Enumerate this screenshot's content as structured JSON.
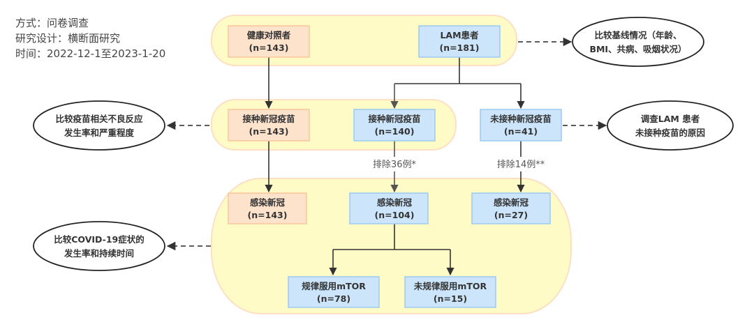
{
  "meta": {
    "method": "方式：问卷调查",
    "design": "研究设计：横断面研究",
    "period": "时间：2022-12-1至2023-1-20"
  },
  "colors": {
    "group_fill": "#fffbc7",
    "group_stroke": "#fde0c4",
    "control_fill": "#fde3cc",
    "control_stroke": "#f8c79a",
    "lam_fill": "#cce5fb",
    "lam_stroke": "#9ccaf2",
    "line": "#333333",
    "dashed": "#444444"
  },
  "nodes": {
    "control": {
      "title": "健康对照者",
      "n": "(n=143)"
    },
    "lam": {
      "title": "LAM患者",
      "n": "(n=181)"
    },
    "control_vaccinated": {
      "title": "接种新冠疫苗",
      "n": "(n=143)"
    },
    "lam_vaccinated": {
      "title": "接种新冠疫苗",
      "n": "(n=140)"
    },
    "lam_unvaccinated": {
      "title": "未接种新冠疫苗",
      "n": "(n=41)"
    },
    "control_infected": {
      "title": "感染新冠",
      "n": "(n=143)"
    },
    "lam_vacc_infected": {
      "title": "感染新冠",
      "n": "(n=104)"
    },
    "lam_unvacc_infected": {
      "title": "感染新冠",
      "n": "(n=27)"
    },
    "regular_mtor": {
      "title": "规律服用mTOR",
      "n": "(n=78)"
    },
    "irregular_mtor": {
      "title": "未规律服用mTOR",
      "n": "(n=15)"
    }
  },
  "exclusions": {
    "vaccinated": "排除36例*",
    "unvaccinated": "排除14例**"
  },
  "outcomes": {
    "baseline": [
      "比较基线情况（年龄、",
      "BMI、共病、吸烟状况）"
    ],
    "adverse": [
      "比较疫苗相关不良反应",
      "发生率和严重程度"
    ],
    "unvaccinated_reason": [
      "调查LAM 患者",
      "未接种疫苗的原因"
    ],
    "symptoms": [
      "比较COVID-19症状的",
      "发生率和持续时间"
    ]
  }
}
